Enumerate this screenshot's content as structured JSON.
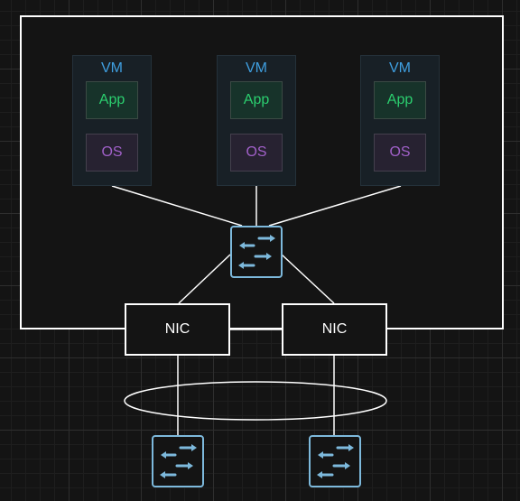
{
  "diagram": {
    "vms": [
      {
        "label": "VM",
        "app": "App",
        "os": "OS"
      },
      {
        "label": "VM",
        "app": "App",
        "os": "OS"
      },
      {
        "label": "VM",
        "app": "App",
        "os": "OS"
      }
    ],
    "nics": [
      "NIC",
      "NIC"
    ],
    "icons": {
      "virtual_switch": "switch-icon",
      "physical_switches": [
        "switch-icon",
        "switch-icon"
      ],
      "bond": "ellipse"
    },
    "colors": {
      "background": "#141414",
      "line": "#ffffff",
      "vm_label": "#3f9fe0",
      "app_text": "#2bcf6f",
      "os_text": "#a060c8",
      "switch_stroke": "#7db9dc"
    }
  }
}
